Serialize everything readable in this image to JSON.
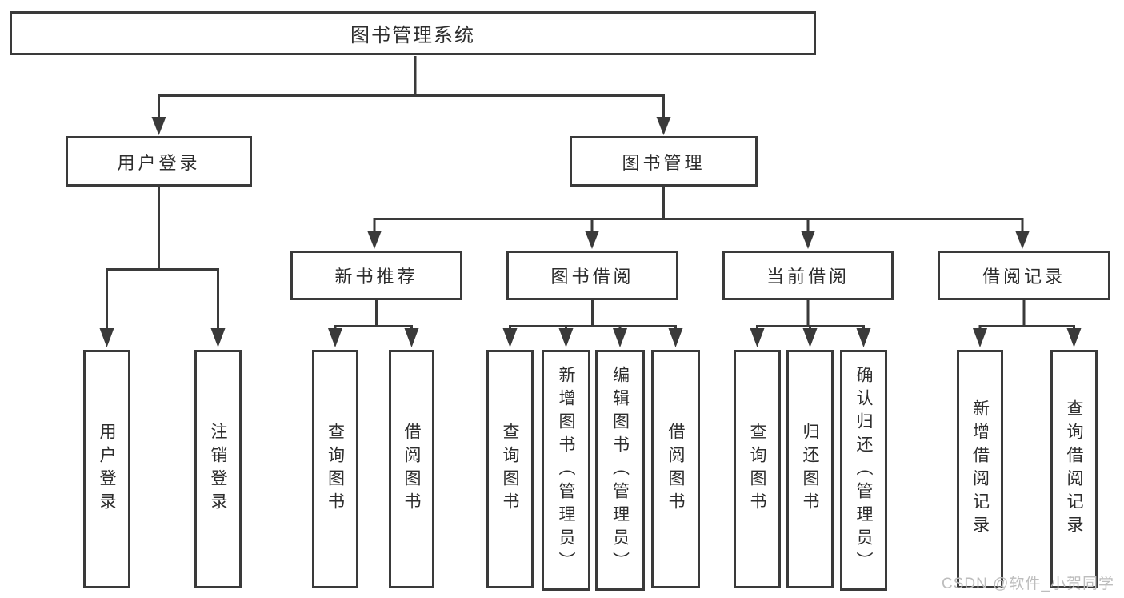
{
  "diagram": {
    "tree": {
      "root": {
        "label": "图书管理系统"
      },
      "children": [
        {
          "label": "用户登录",
          "children": [
            {
              "label": "用户登录"
            },
            {
              "label": "注销登录"
            }
          ]
        },
        {
          "label": "图书管理",
          "children": [
            {
              "label": "新书推荐",
              "children": [
                {
                  "label": "查询图书"
                },
                {
                  "label": "借阅图书"
                }
              ]
            },
            {
              "label": "图书借阅",
              "children": [
                {
                  "label": "查询图书"
                },
                {
                  "label": "新增图书（管理员）"
                },
                {
                  "label": "编辑图书（管理员）"
                },
                {
                  "label": "借阅图书"
                }
              ]
            },
            {
              "label": "当前借阅",
              "children": [
                {
                  "label": "查询图书"
                },
                {
                  "label": "归还图书"
                },
                {
                  "label": "确认归还（管理员）"
                }
              ]
            },
            {
              "label": "借阅记录",
              "children": [
                {
                  "label": "新增借阅记录"
                },
                {
                  "label": "查询借阅记录"
                }
              ]
            }
          ]
        }
      ]
    },
    "colors": {
      "line": "#3a3a3a",
      "text": "#2d2d2d",
      "background": "#ffffff",
      "watermark": "#bdbdbd"
    }
  },
  "watermark": {
    "text": "CSDN @软件_小贺同学"
  }
}
